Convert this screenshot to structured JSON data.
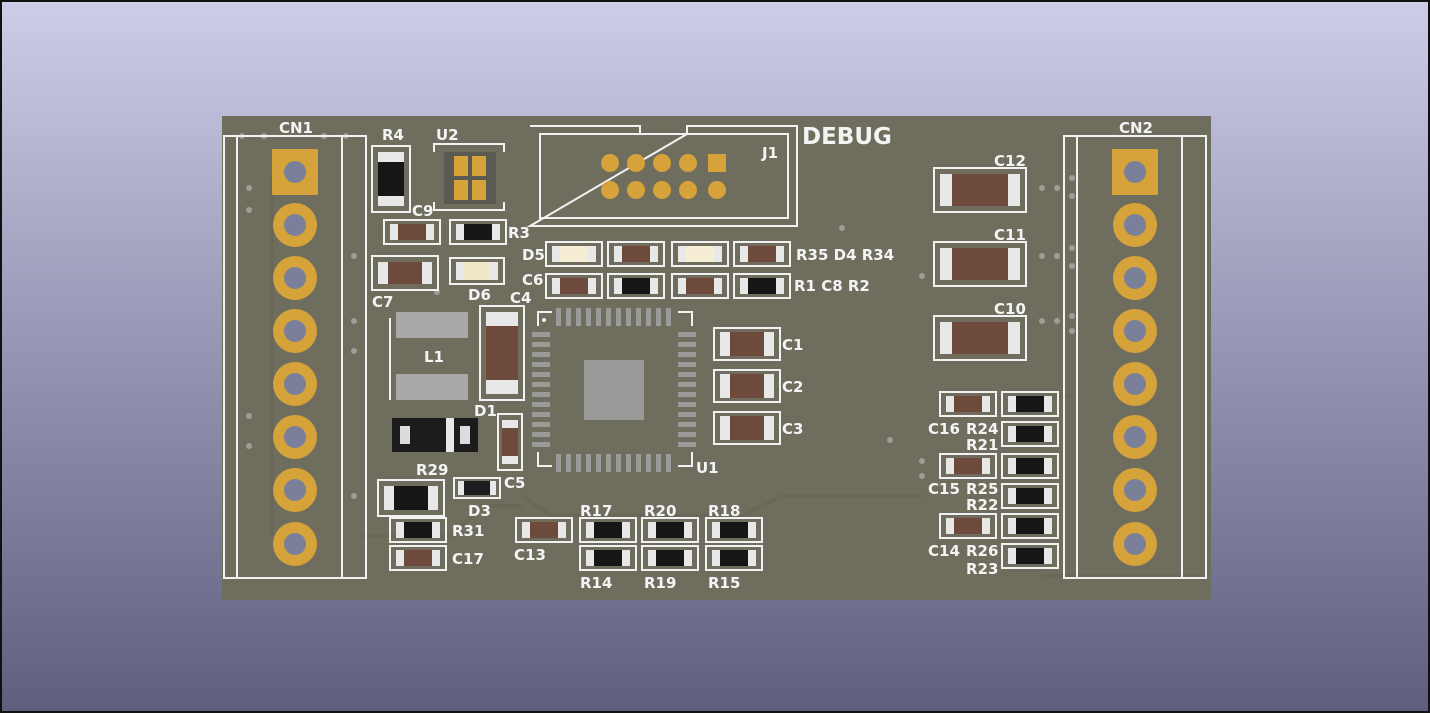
{
  "viewer": {
    "background_top": "#cdcde8",
    "background_bottom": "#5e5e7e",
    "board_color": "#6f6e5e",
    "silkscreen_color": "#f2f2f2",
    "pad_color": "#d6a23a"
  },
  "board": {
    "title": "DEBUG",
    "connectors": {
      "cn1": "CN1",
      "cn2": "CN2",
      "j1": "J1"
    },
    "ics": {
      "u1": "U1",
      "u2": "U2"
    },
    "inductor": "L1",
    "diodes": {
      "d1": "D1",
      "d3": "D3",
      "d5": "D5",
      "d6": "D6"
    },
    "resistors": {
      "r3": "R3",
      "r4": "R4",
      "r29": "R29",
      "r31": "R31",
      "r17": "R17",
      "r20": "R20",
      "r18": "R18",
      "r14": "R14",
      "r19": "R19",
      "r15": "R15",
      "r24": "R24",
      "r21": "R21",
      "r25": "R25",
      "r22": "R22",
      "r26": "R26",
      "r23": "R23"
    },
    "capacitors": {
      "c1": "C1",
      "c2": "C2",
      "c3": "C3",
      "c4": "C4",
      "c5": "C5",
      "c6": "C6",
      "c7": "C7",
      "c9": "C9",
      "c10": "C10",
      "c11": "C11",
      "c12": "C12",
      "c13": "C13",
      "c14": "C14",
      "c15": "C15",
      "c16": "C16",
      "c17": "C17"
    },
    "row_labels": {
      "top": "R35 D4 R34",
      "bottom": "R1 C8 R2"
    }
  }
}
